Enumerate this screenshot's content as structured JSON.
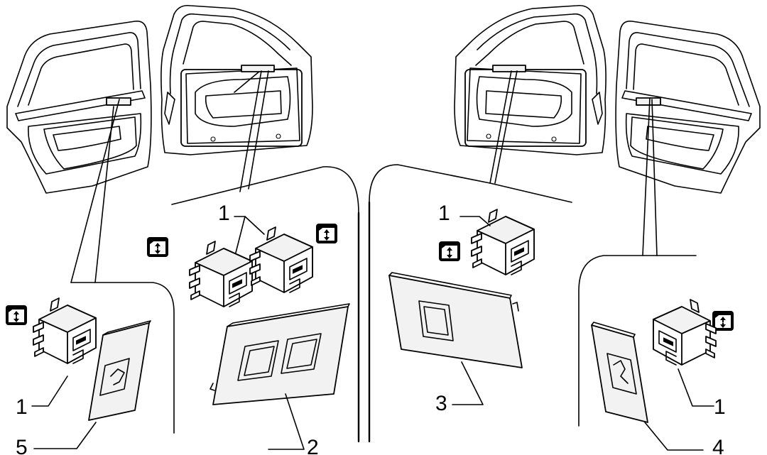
{
  "diagram": {
    "callouts": {
      "left_switch": "1",
      "left_bezel": "5",
      "center_switch_pair": "1",
      "center_bezel": "2",
      "right_center_switch": "1",
      "right_center_bezel": "3",
      "right_switch": "1",
      "right_bezel": "4"
    },
    "icons": {
      "window_symbol": "window-up-down-icon"
    }
  }
}
